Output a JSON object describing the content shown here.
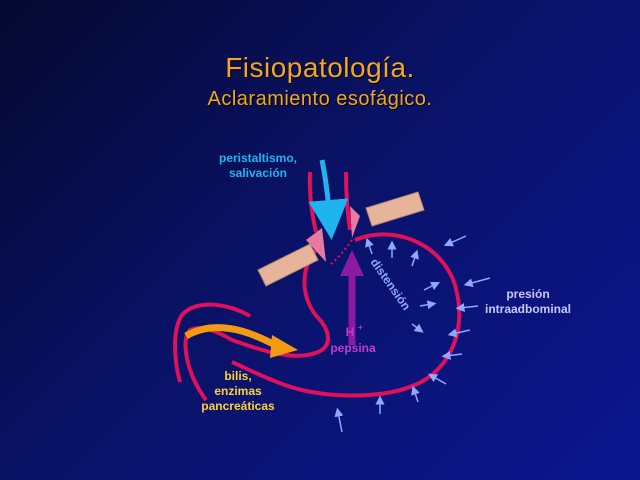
{
  "slide": {
    "title": "Fisiopatología.",
    "subtitle": "Aclaramiento esofágico."
  },
  "labels": {
    "peristalsis_line1": "peristaltismo,",
    "peristalsis_line2": "salivación",
    "distension": "distensión",
    "acid_line1": "H",
    "acid_superscript": "+",
    "acid_line2": "pepsina",
    "bile_line1": "bilis,",
    "bile_line2": "enzimas",
    "bile_line3": "pancreáticas",
    "pressure_line1": "presión",
    "pressure_line2": "intraadbominal"
  },
  "colors": {
    "title": "#f2a623",
    "stomach_outline": "#e0105a",
    "peristalsis": "#1fb4f0",
    "acid": "#8a1aa0",
    "bile": "#f29a12",
    "pressure_arrows": "#8fa8ff",
    "pressure_text": "#c8c8ff",
    "bile_text": "#ffd23a",
    "sphincter_band": "#e6b49a"
  }
}
